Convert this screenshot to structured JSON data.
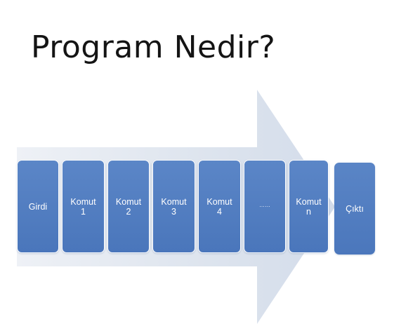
{
  "slide": {
    "title": "Program Nedir?"
  },
  "diagram": {
    "arrow_color": "#dbe3ef",
    "box_color": "#4f7cc1",
    "steps": [
      {
        "id": "input",
        "label": "Girdi"
      },
      {
        "id": "command-1",
        "label": "Komut\n1"
      },
      {
        "id": "command-2",
        "label": "Komut\n2"
      },
      {
        "id": "command-3",
        "label": "Komut\n3"
      },
      {
        "id": "command-4",
        "label": "Komut\n4"
      },
      {
        "id": "ellipsis",
        "label": "……"
      },
      {
        "id": "command-n",
        "label": "Komut\nn"
      },
      {
        "id": "output",
        "label": "Çıktı"
      }
    ]
  }
}
